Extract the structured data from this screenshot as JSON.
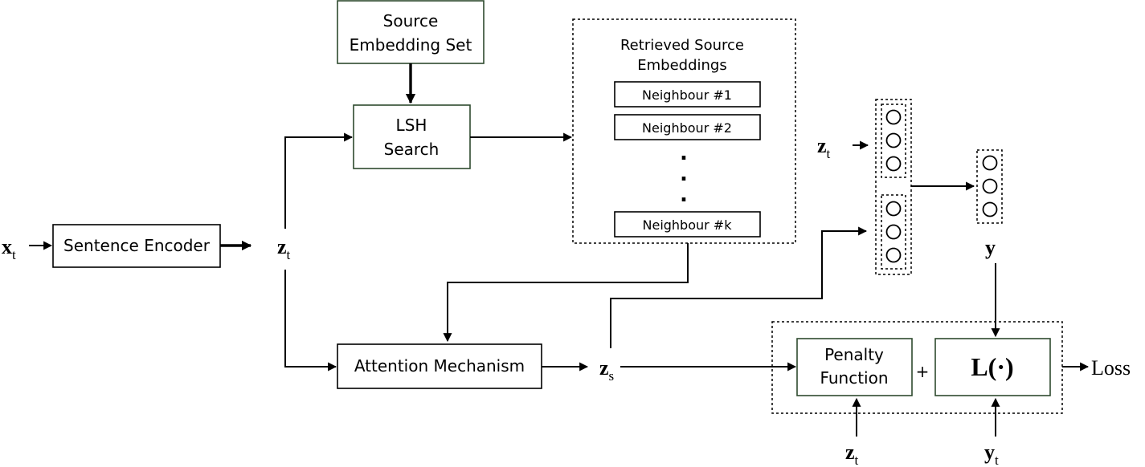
{
  "inputs": {
    "x_t": {
      "main": "x",
      "sub": "t"
    },
    "z_t": {
      "main": "z",
      "sub": "t"
    },
    "z_s": {
      "main": "z",
      "sub": "s"
    },
    "y": {
      "main": "y"
    },
    "y_t": {
      "main": "y",
      "sub": "t"
    }
  },
  "boxes": {
    "sentence_encoder": "Sentence Encoder",
    "source_embedding_set": [
      "Source",
      "Embedding Set"
    ],
    "lsh_search": [
      "LSH",
      "Search"
    ],
    "attention_mechanism": "Attention Mechanism",
    "penalty_function": [
      "Penalty",
      "Function"
    ],
    "loss_fn": "L(·)"
  },
  "retrieved": {
    "title": [
      "Retrieved Source",
      "Embeddings"
    ],
    "neighbours": [
      "Neighbour #1",
      "Neighbour #2",
      "Neighbour #k"
    ],
    "ellipsis": [
      ".",
      ".",
      "."
    ]
  },
  "plus": "+",
  "loss_label": "Loss"
}
